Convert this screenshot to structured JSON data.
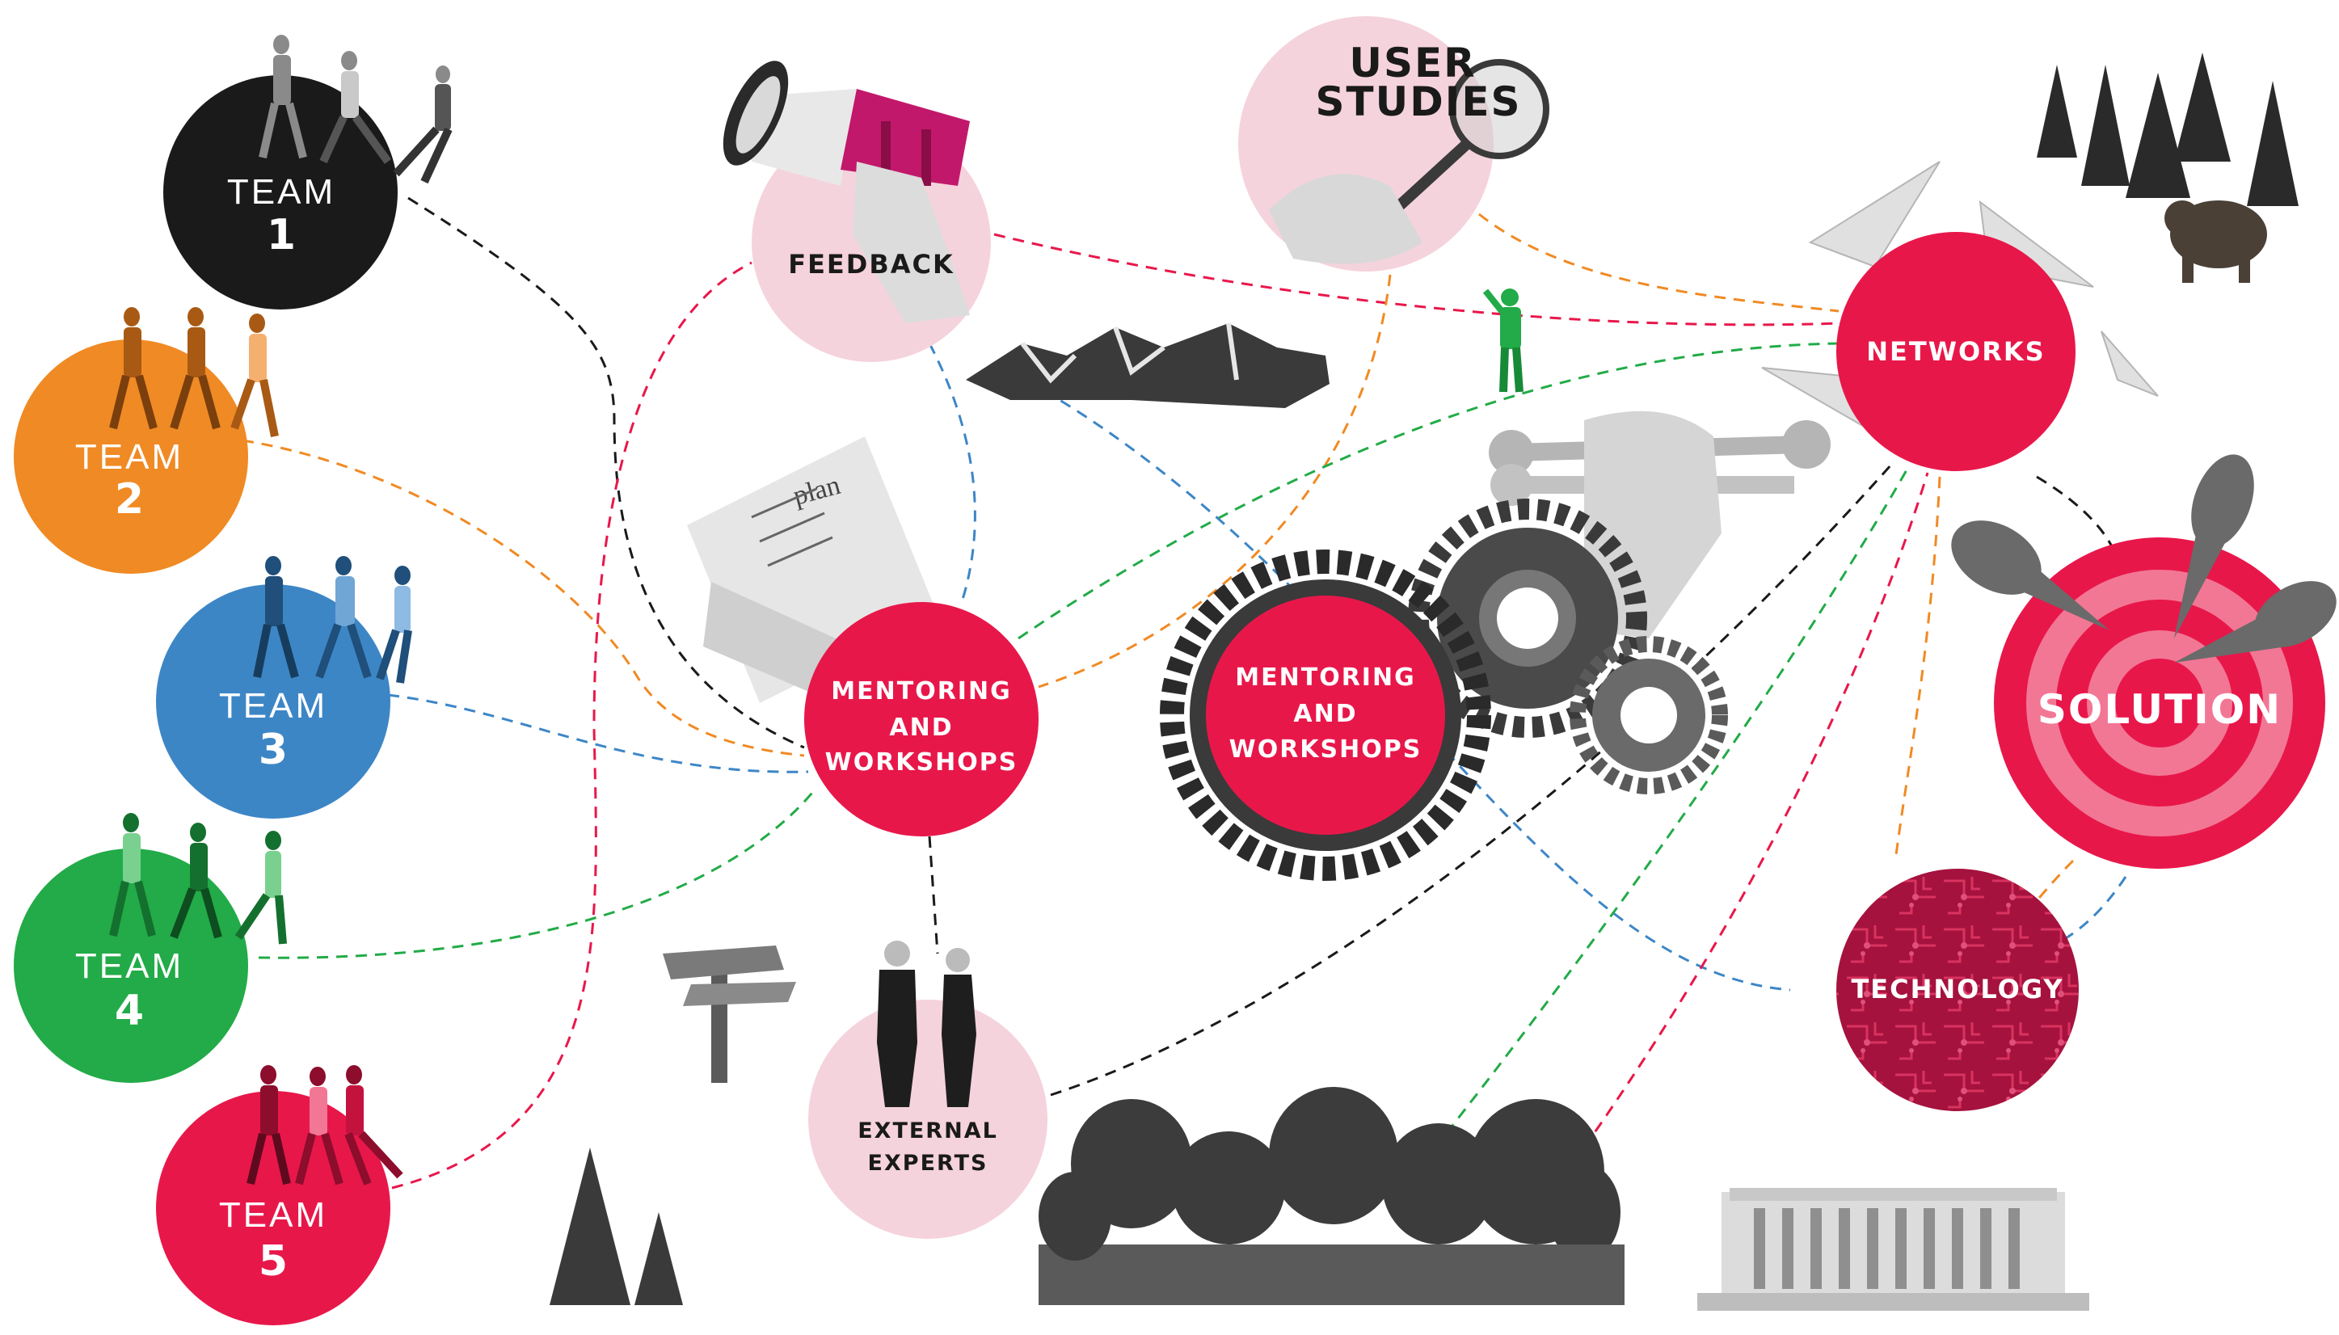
{
  "colors": {
    "team1": "#1a1a1a",
    "team2": "#f08a24",
    "team3": "#3d86c6",
    "team4": "#22ab48",
    "team5": "#e8174a",
    "accent": "#e8174a",
    "pale_pink": "#f5d3dc",
    "technology": "#a5123e"
  },
  "teams": [
    {
      "word": "TEAM",
      "number": "1"
    },
    {
      "word": "TEAM",
      "number": "2"
    },
    {
      "word": "TEAM",
      "number": "3"
    },
    {
      "word": "TEAM",
      "number": "4"
    },
    {
      "word": "TEAM",
      "number": "5"
    }
  ],
  "nodes": {
    "feedback": "FEEDBACK",
    "user_studies_line1": "USER",
    "user_studies_line2": "STUDIES",
    "networks": "NETWORKS",
    "mentoring1": [
      "MENTORING",
      "AND",
      "WORKSHOPS"
    ],
    "mentoring2": [
      "MENTORING",
      "AND",
      "WORKSHOPS"
    ],
    "solution": "SOLUTION",
    "technology": "TECHNOLOGY",
    "external_experts": [
      "EXTERNAL",
      "EXPERTS"
    ],
    "plan_note": "plan"
  },
  "icons": [
    "walking-people-icon",
    "megaphone-icon",
    "magnifier-icon",
    "paper-plane-icon",
    "pine-trees-icon",
    "bear-icon",
    "mountain-icon",
    "person-waving-icon",
    "wrench-fist-icon",
    "gears-icon",
    "dart-target-icon",
    "circuit-board-icon",
    "signpost-icon",
    "business-people-icon",
    "forest-icon",
    "parliament-building-icon",
    "writing-plan-icon"
  ]
}
